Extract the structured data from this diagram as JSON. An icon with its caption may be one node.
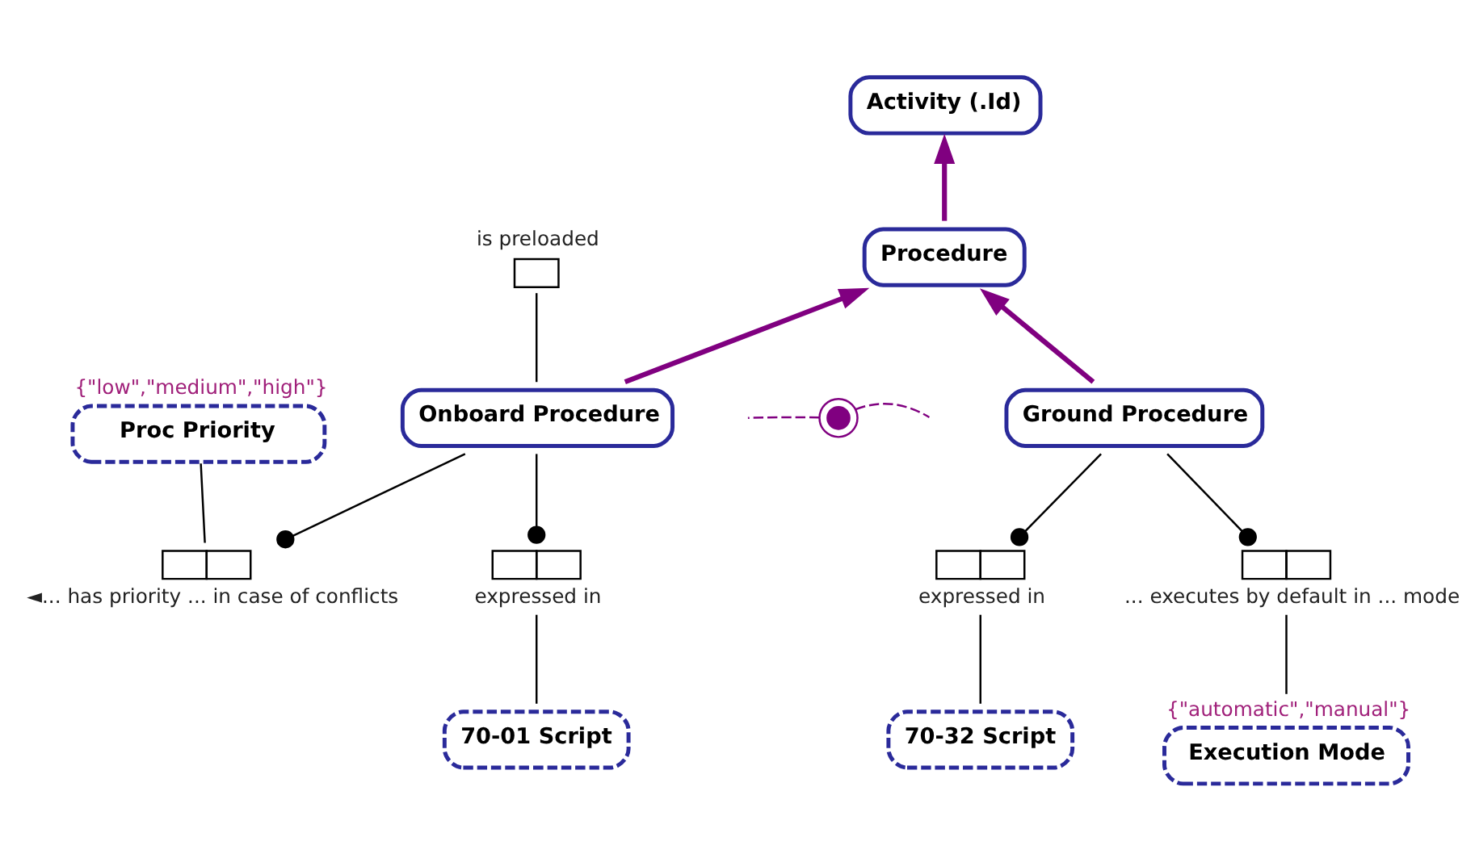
{
  "diagram": {
    "nodes": [
      {
        "text": [
          "Activity (.Id)"
        ]
      },
      {
        "text": [
          "Procedure"
        ]
      },
      {
        "text": [
          "Proc Priority"
        ],
        "beside": [
          "{\"low\",\"medium\",\"high\"}"
        ]
      },
      {
        "text": [],
        "shape": "box",
        "beside": [
          "is preloaded"
        ]
      },
      {
        "text": [
          "Onboard Procedure"
        ]
      },
      {
        "text": [],
        "shape": "circle"
      },
      {
        "text": [
          "Ground Procedure"
        ]
      },
      {
        "text": [],
        "shape": "box",
        "beside": [
          "◄... has priority ... in case of conflicts"
        ]
      },
      {
        "text": [
          "Execution Mode"
        ],
        "beside": [
          "{\"automatic\",\"manual\"}"
        ]
      },
      {
        "text": [],
        "shape": "box",
        "beside": [
          "expressed in"
        ]
      },
      {
        "text": [],
        "shape": "box",
        "beside": [
          "expressed in"
        ]
      },
      {
        "text": [],
        "shape": "box",
        "beside": [
          "... executes by default in ... mode"
        ]
      },
      {
        "text": [
          "70-01 Script"
        ]
      },
      {
        "text": [
          "70-32 Script"
        ]
      }
    ],
    "edges": [
      {
        "from": 1,
        "to": 0,
        "arrow": "to",
        "style": "thick",
        "color": "#800080"
      },
      {
        "from": 4,
        "to": 1,
        "arrow": "to",
        "style": "thick",
        "color": "#800080"
      },
      {
        "from": 6,
        "to": 1,
        "arrow": "to",
        "style": "thick",
        "color": "#800080"
      },
      {
        "from": 5,
        "to": null,
        "arrow": "none",
        "style": "dashed",
        "color": "#800080"
      },
      {
        "from": 5,
        "to": null,
        "arrow": "none",
        "style": "dashed",
        "color": "#800080"
      },
      {
        "from": 7,
        "to": 2,
        "arrow": "none"
      },
      {
        "from": 4,
        "to": 3,
        "arrow": "none"
      },
      {
        "from": 7,
        "to": 4,
        "arrow": "other"
      },
      {
        "from": 9,
        "to": 4,
        "arrow": "other"
      },
      {
        "from": 10,
        "to": 6,
        "arrow": "other"
      },
      {
        "from": 11,
        "to": 6,
        "arrow": "other"
      },
      {
        "from": 12,
        "to": 9,
        "arrow": "none"
      },
      {
        "from": 13,
        "to": 10,
        "arrow": "none"
      },
      {
        "from": 8,
        "to": 11,
        "arrow": "none"
      }
    ]
  }
}
